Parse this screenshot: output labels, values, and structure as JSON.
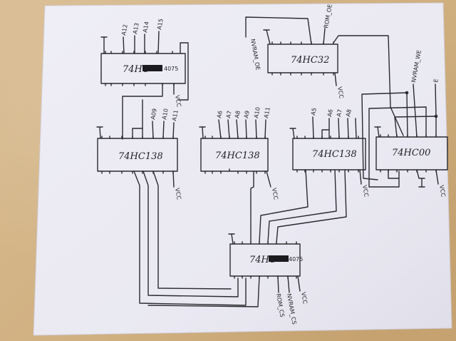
{
  "title": "Hand-drawn address decoder schematic",
  "chips": {
    "u1": {
      "label": "74HC",
      "suffix": "4075",
      "redacted": true
    },
    "u2": {
      "label": "74HC32"
    },
    "u3": {
      "label": "74HC138"
    },
    "u4": {
      "label": "74HC138"
    },
    "u5": {
      "label": "74HC138"
    },
    "u6": {
      "label": "74HC00"
    },
    "u7": {
      "label": "74HC",
      "suffix": "4075",
      "redacted": true
    }
  },
  "signals": {
    "u1_inputs": [
      "A12",
      "A13",
      "A14",
      "A15"
    ],
    "u2_left": "NVRAM_OE",
    "u2_top": "ROM_OE",
    "u3_inputs": [
      "A11",
      "A10",
      "A09"
    ],
    "u4_inputs": [
      "A6",
      "A7",
      "A8",
      "A9",
      "A10",
      "A11"
    ],
    "u5_inputs": [
      "A5",
      "A6",
      "A7",
      "A8"
    ],
    "u6_inputs": [
      "NVRAM_WE",
      "E"
    ],
    "u7_outputs": [
      "ROM_CS",
      "NVRAM_CS"
    ],
    "vcc": "VCC"
  }
}
